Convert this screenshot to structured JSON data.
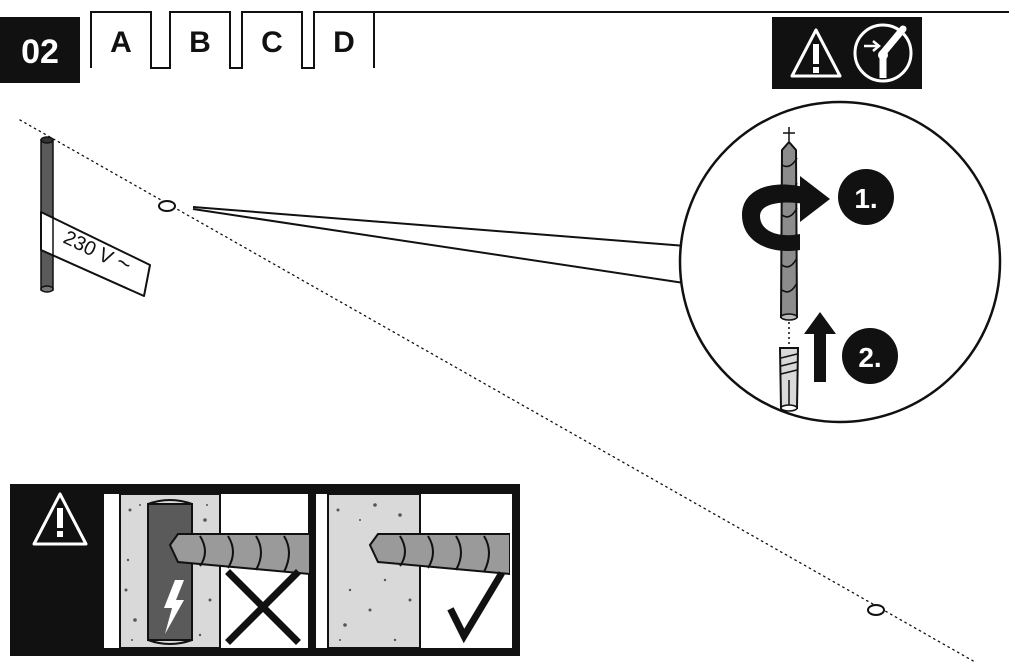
{
  "header": {
    "step_number": "02",
    "tabs": [
      {
        "label": "A"
      },
      {
        "label": "B"
      },
      {
        "label": "C"
      },
      {
        "label": "D"
      }
    ],
    "icons": [
      "warning-triangle-icon",
      "power-switch-off-icon"
    ]
  },
  "cable": {
    "label": "230 V",
    "symbol": "~"
  },
  "detail": {
    "steps": [
      {
        "label": "1.",
        "action": "drill"
      },
      {
        "label": "2.",
        "action": "insert-wall-plug"
      }
    ]
  },
  "warning_panel": {
    "icons": [
      "warning-triangle-icon",
      "lightning-icon",
      "cross-icon",
      "check-icon"
    ]
  },
  "colors": {
    "ink": "#111111",
    "cable": "#5a5a5a",
    "drill": "#8c8c8c",
    "wall": "#d9d9d9"
  }
}
